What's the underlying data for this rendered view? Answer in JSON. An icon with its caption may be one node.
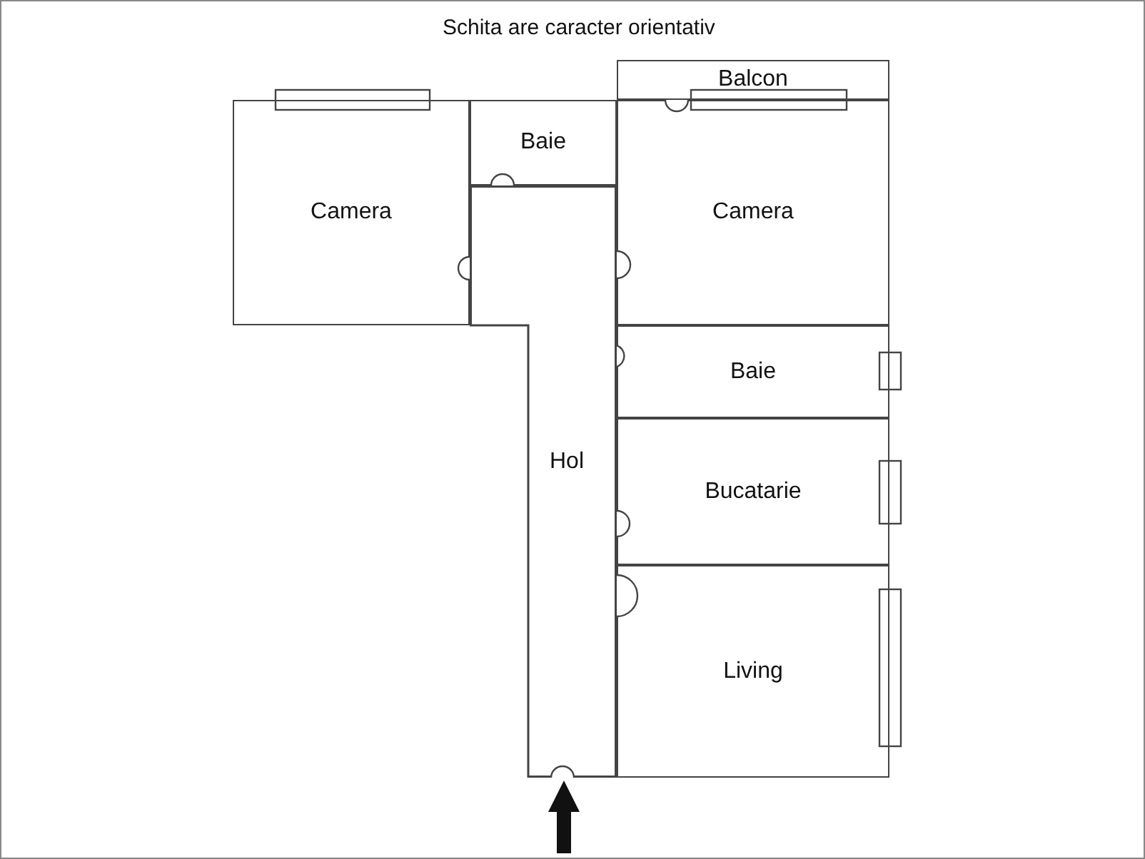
{
  "diagram": {
    "title": "Schita are caracter orientativ",
    "nodes": [
      {
        "text": [
          "Camera"
        ]
      },
      {
        "text": [
          "Baie"
        ]
      },
      {
        "text": [
          "Balcon"
        ]
      },
      {
        "text": [
          "Camera"
        ]
      },
      {
        "text": [
          "Baie"
        ]
      },
      {
        "text": [
          "Bucatarie"
        ]
      },
      {
        "text": [
          "Living"
        ]
      },
      {
        "text": [
          "Hol"
        ]
      }
    ],
    "edges": [
      {
        "from": null,
        "to": 7,
        "arrow": "to"
      }
    ]
  }
}
